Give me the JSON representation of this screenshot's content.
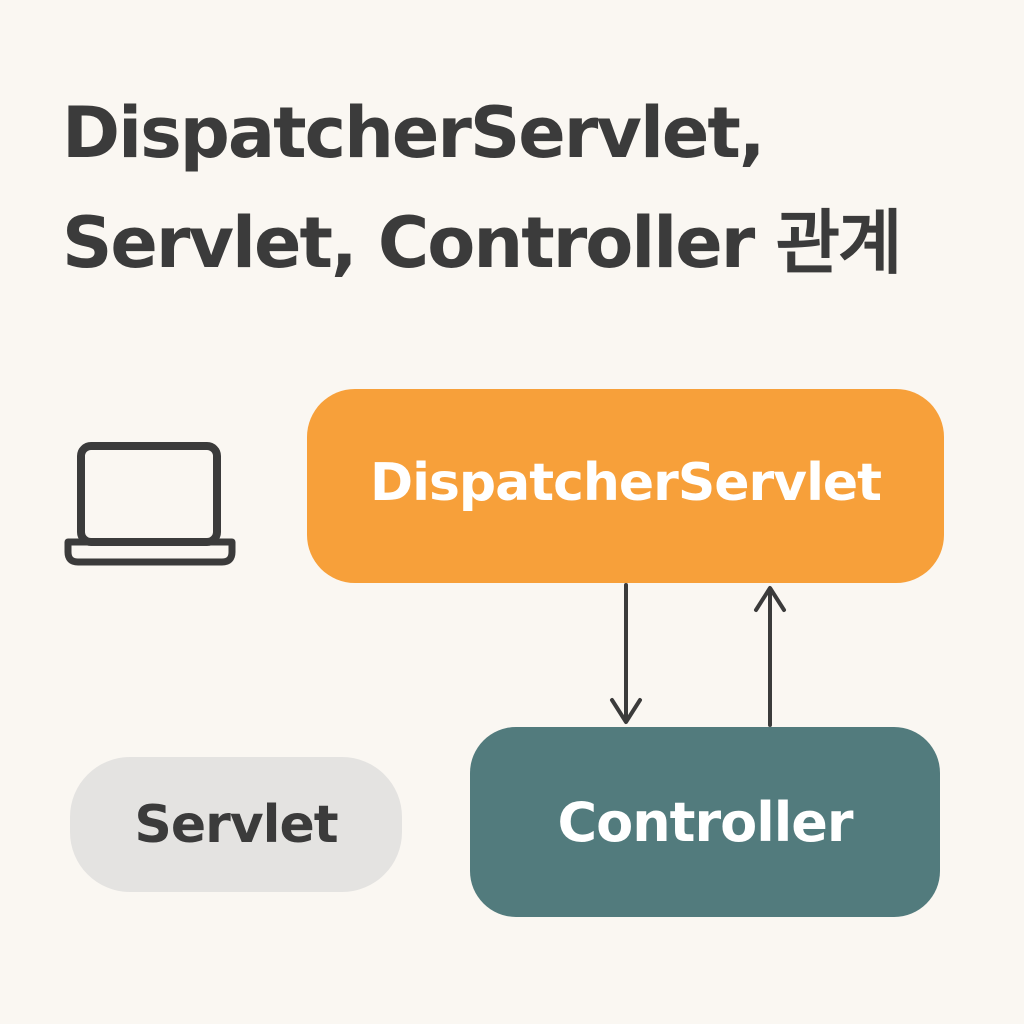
{
  "title": {
    "line1": "DispatcherServlet,",
    "line2": "Servlet, Controller 관계"
  },
  "icons": {
    "client": "laptop-icon"
  },
  "nodes": {
    "dispatcher": "DispatcherServlet",
    "controller": "Controller",
    "servlet": "Servlet"
  },
  "colors": {
    "background": "#faf7f2",
    "dispatcher": "#f7a03a",
    "controller": "#527b7d",
    "servlet": "#e4e3e1",
    "text_dark": "#3b3b3b",
    "arrow": "#3b3b3b"
  }
}
